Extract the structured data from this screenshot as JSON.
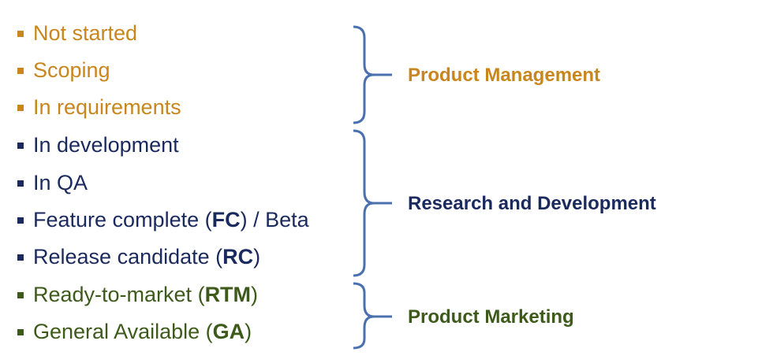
{
  "groups": [
    {
      "label": "Product Management",
      "color": "#C8861C",
      "items": [
        {
          "text": "Not started",
          "abbr": ""
        },
        {
          "text": "Scoping",
          "abbr": ""
        },
        {
          "text": "In requirements",
          "abbr": ""
        }
      ]
    },
    {
      "label": "Research and Development",
      "color": "#1B2A5E",
      "items": [
        {
          "text": "In development",
          "abbr": ""
        },
        {
          "text": "In QA",
          "abbr": ""
        },
        {
          "text": "Feature complete (",
          "abbr": "FC",
          "suffix": ") / Beta"
        },
        {
          "text": "Release candidate (",
          "abbr": "RC",
          "suffix": ")"
        }
      ]
    },
    {
      "label": "Product Marketing",
      "color": "#3D5A1A",
      "items": [
        {
          "text": "Ready-to-market (",
          "abbr": "RTM",
          "suffix": ")"
        },
        {
          "text": "General Available (",
          "abbr": "GA",
          "suffix": ")"
        }
      ]
    }
  ],
  "brace_color": "#4A70B0",
  "bullet_colors": {
    "pm": "#C8861C",
    "rd": "#1B2A5E",
    "mkt": "#3D5A1A"
  }
}
